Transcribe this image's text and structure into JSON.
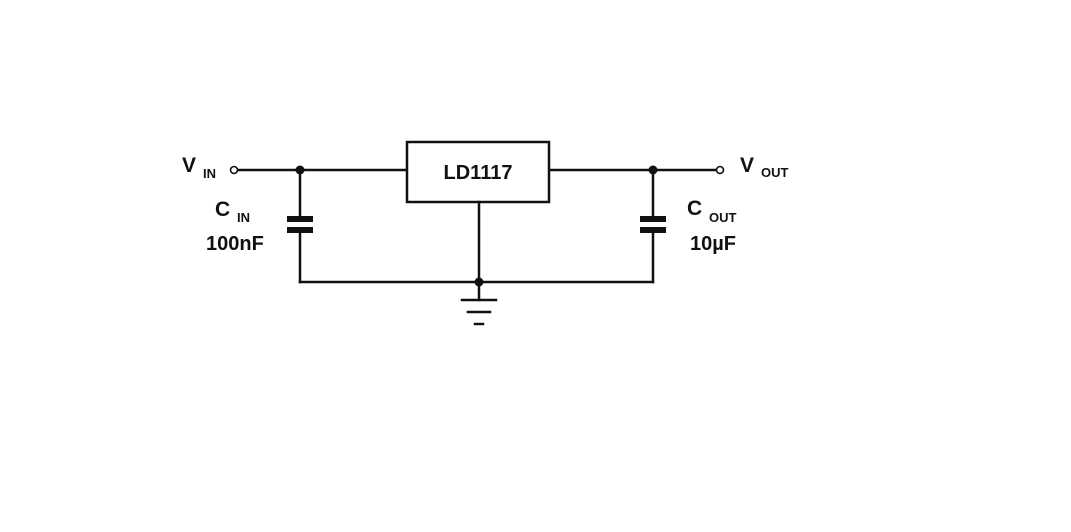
{
  "regulator": {
    "part_number": "LD1117"
  },
  "input": {
    "label_main": "V",
    "label_sub": "IN"
  },
  "output": {
    "label_main": "V",
    "label_sub": "OUT"
  },
  "input_capacitor": {
    "label_main": "C",
    "label_sub": "IN",
    "value": "100nF"
  },
  "output_capacitor": {
    "label_main": "C",
    "label_sub": "OUT",
    "value": "10µF"
  },
  "colors": {
    "line": "#111111",
    "background": "#ffffff"
  }
}
